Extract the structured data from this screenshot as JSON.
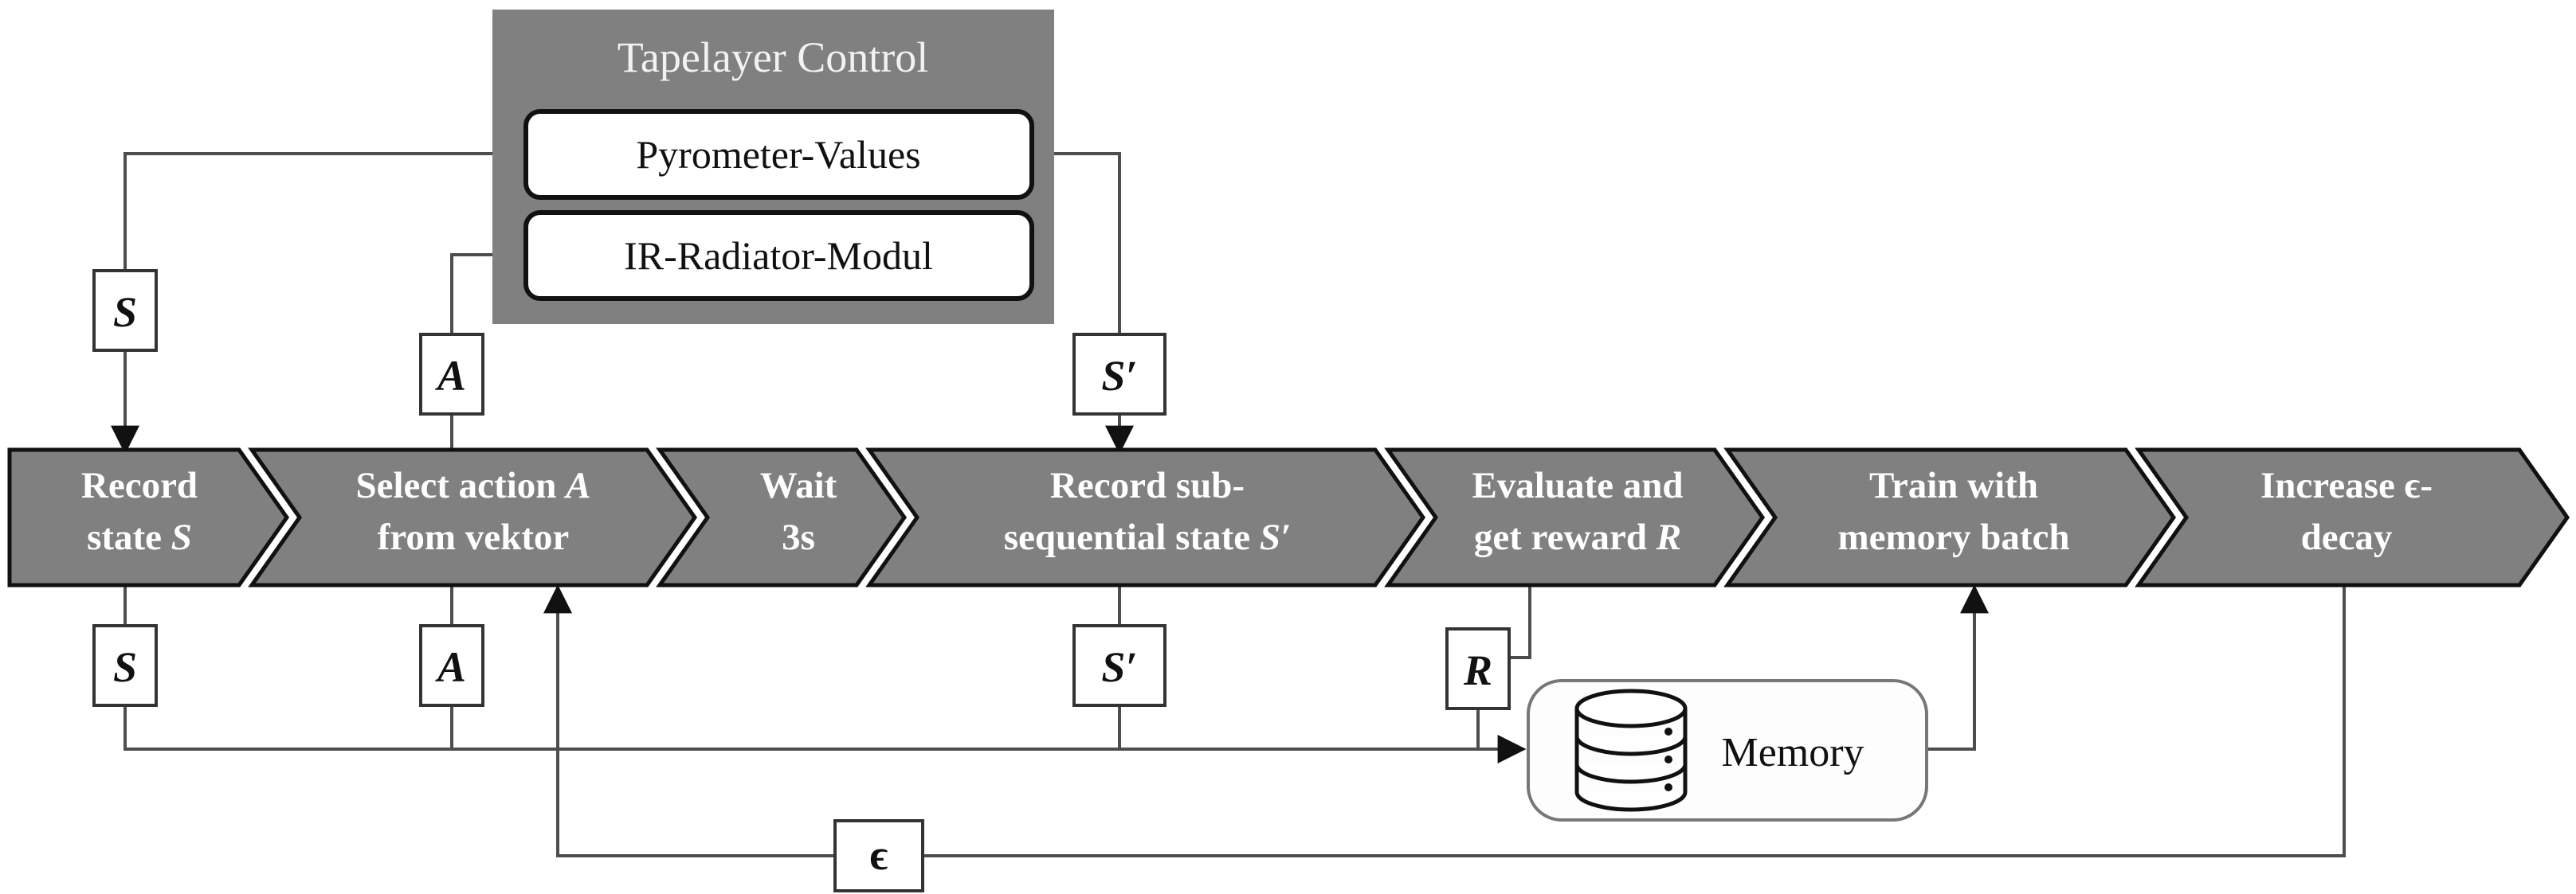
{
  "diagram": {
    "title_group": "Tapelayer Control",
    "group_modules": [
      {
        "id": "pyrometer",
        "label": "Pyrometer-Values"
      },
      {
        "id": "ir-radiator",
        "label": "IR-Radiator-Modul"
      }
    ],
    "process_steps": [
      {
        "id": "record-state",
        "line1": "Record",
        "line2": "state ",
        "sym2": "S"
      },
      {
        "id": "select-action",
        "line1": "Select action ",
        "sym1": "A",
        "line2": "from vektor",
        "sym2": ""
      },
      {
        "id": "wait",
        "line1": "Wait",
        "line2": "3s",
        "sym2": ""
      },
      {
        "id": "record-next-state",
        "line1": "Record sub-",
        "line2": "sequential state ",
        "sym2": "S′"
      },
      {
        "id": "evaluate-reward",
        "line1": "Evaluate and",
        "line2": "get reward ",
        "sym2": "R"
      },
      {
        "id": "train-memory",
        "line1": "Train with",
        "line2": "memory batch",
        "sym2": ""
      },
      {
        "id": "increase-epsilon",
        "line1": "Increase ϵ-",
        "line2": "decay",
        "sym2": ""
      }
    ],
    "memory": {
      "label": "Memory",
      "icon": "database-icon"
    },
    "edge_labels": [
      {
        "id": "s-top",
        "text": "S"
      },
      {
        "id": "a-top",
        "text": "A"
      },
      {
        "id": "sprime-top",
        "text": "S′"
      },
      {
        "id": "s-bottom",
        "text": "S"
      },
      {
        "id": "a-bottom",
        "text": "A"
      },
      {
        "id": "sprime-bottom",
        "text": "S′"
      },
      {
        "id": "r-bottom",
        "text": "R"
      },
      {
        "id": "epsilon",
        "text": "ϵ"
      }
    ],
    "colors": {
      "process_fill": "#808080",
      "process_text": "#ffffff",
      "group_fill": "#808080",
      "module_fill": "#ffffff",
      "connector": "#4d4d4d",
      "outline": "#111111"
    }
  }
}
